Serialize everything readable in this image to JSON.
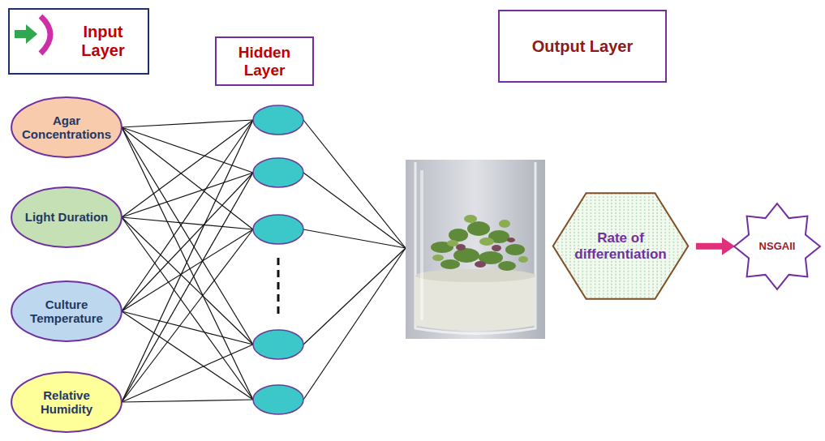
{
  "diagram": {
    "nodes": [
      {
        "text": [
          "Input Layer"
        ]
      },
      {
        "text": [
          "Hidden Layer"
        ]
      },
      {
        "text": [
          "Output Layer"
        ]
      },
      {
        "text": [
          "Agar Concentrations"
        ]
      },
      {
        "text": [
          "Light Duration"
        ]
      },
      {
        "text": [
          "Culture Temperature"
        ]
      },
      {
        "text": [
          "Relative Humidity"
        ]
      },
      {
        "text": [
          "Rate of differentiation"
        ]
      },
      {
        "text": [
          "NSGAII"
        ]
      }
    ],
    "edges": [
      {
        "from": 7,
        "to": 8,
        "arrow": "to"
      }
    ]
  }
}
